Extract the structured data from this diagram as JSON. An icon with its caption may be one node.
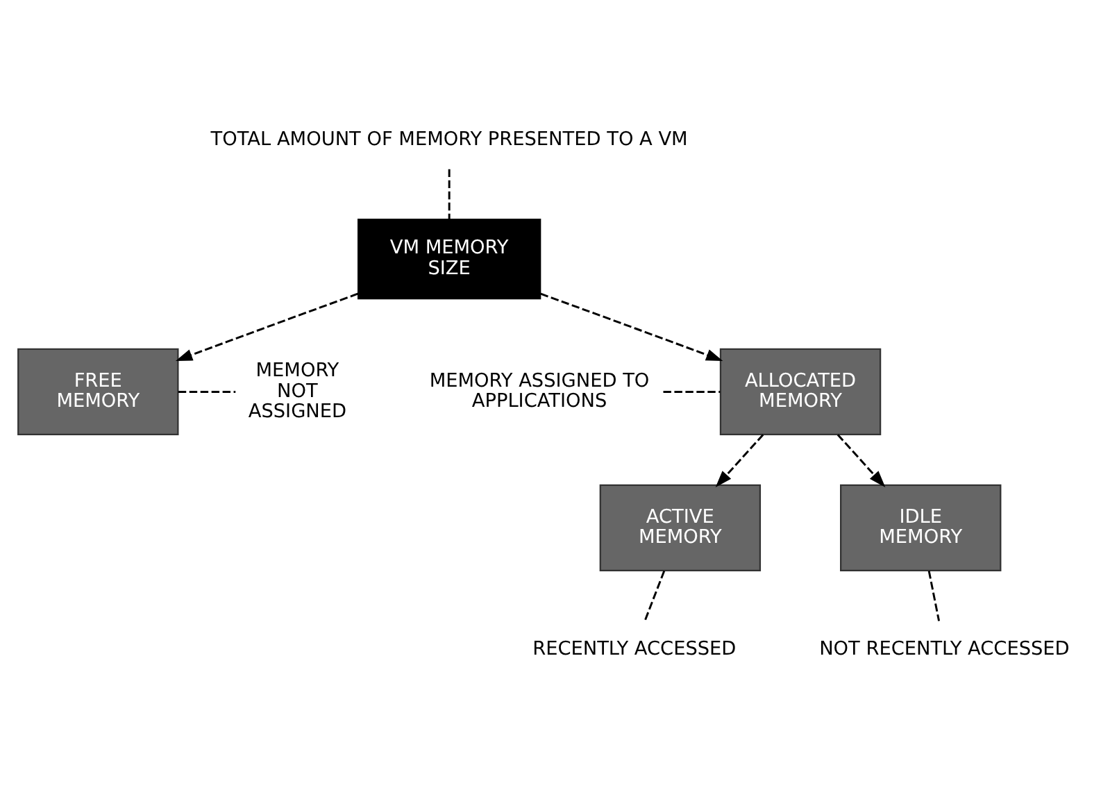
{
  "diagram": {
    "nodes": [
      {
        "text": [
          "TOTAL AMOUNT OF MEMORY PRESENTED TO A VM"
        ]
      },
      {
        "text": [
          "VM MEMORY SIZE"
        ]
      },
      {
        "text": [
          "MEMORY ASSIGNED TO APPLICATIONS"
        ]
      },
      {
        "text": [
          "ALLOCATED MEMORY"
        ]
      },
      {
        "text": [
          "FREE MEMORY"
        ]
      },
      {
        "text": [
          "MEMORY NOT ASSIGNED"
        ]
      },
      {
        "text": [
          "ACTIVE MEMORY"
        ]
      },
      {
        "text": [
          "IDLE MEMORY"
        ]
      },
      {
        "text": [
          "RECENTLY ACCESSED"
        ]
      },
      {
        "text": [
          "NOT RECENTLY ACCESSED"
        ]
      }
    ],
    "edges": [
      {
        "from": 0,
        "to": 1,
        "arrow": "none",
        "style": "dashed"
      },
      {
        "from": 1,
        "to": 3,
        "arrow": "to",
        "style": "dashed"
      },
      {
        "from": 1,
        "to": 4,
        "arrow": "to",
        "style": "dashed"
      },
      {
        "from": 2,
        "to": 3,
        "arrow": "none",
        "style": "dashed"
      },
      {
        "from": 4,
        "to": 5,
        "arrow": "none",
        "style": "dashed"
      },
      {
        "from": 3,
        "to": 6,
        "arrow": "to",
        "style": "dashed"
      },
      {
        "from": 3,
        "to": 7,
        "arrow": "to",
        "style": "dashed"
      },
      {
        "from": 6,
        "to": 8,
        "arrow": "none",
        "style": "dashed"
      },
      {
        "from": 7,
        "to": 9,
        "arrow": "none",
        "style": "dashed"
      }
    ]
  }
}
